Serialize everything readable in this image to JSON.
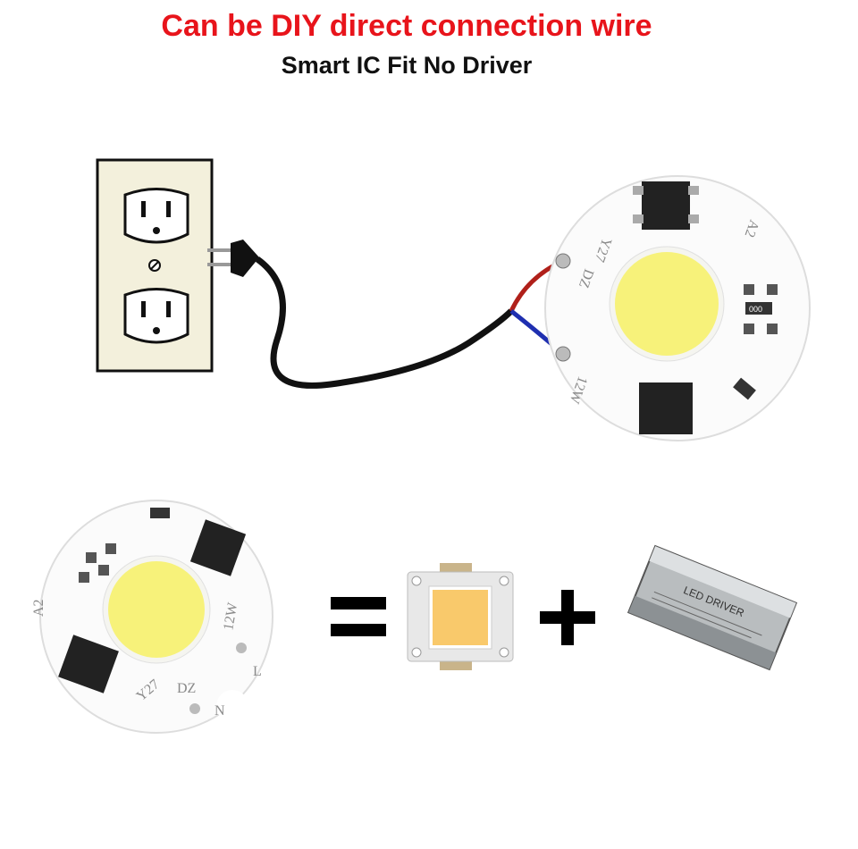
{
  "header": {
    "title": "Can be DIY direct connection wire",
    "subtitle": "Smart IC Fit No Driver"
  },
  "board_markings": {
    "power": "12W",
    "model": "A2",
    "code": "Y27",
    "maker": "DZ",
    "live": "L",
    "neutral": "N",
    "resistor": "000"
  },
  "driver_label": "LED DRIVER",
  "colors": {
    "title": "#e8141b",
    "cob_yellow": "#f7f27a",
    "cob_square": "#f9c96b",
    "wire_red": "#b0201a",
    "wire_blue": "#1f2fb0",
    "outlet_plate": "#f3f0dc"
  }
}
